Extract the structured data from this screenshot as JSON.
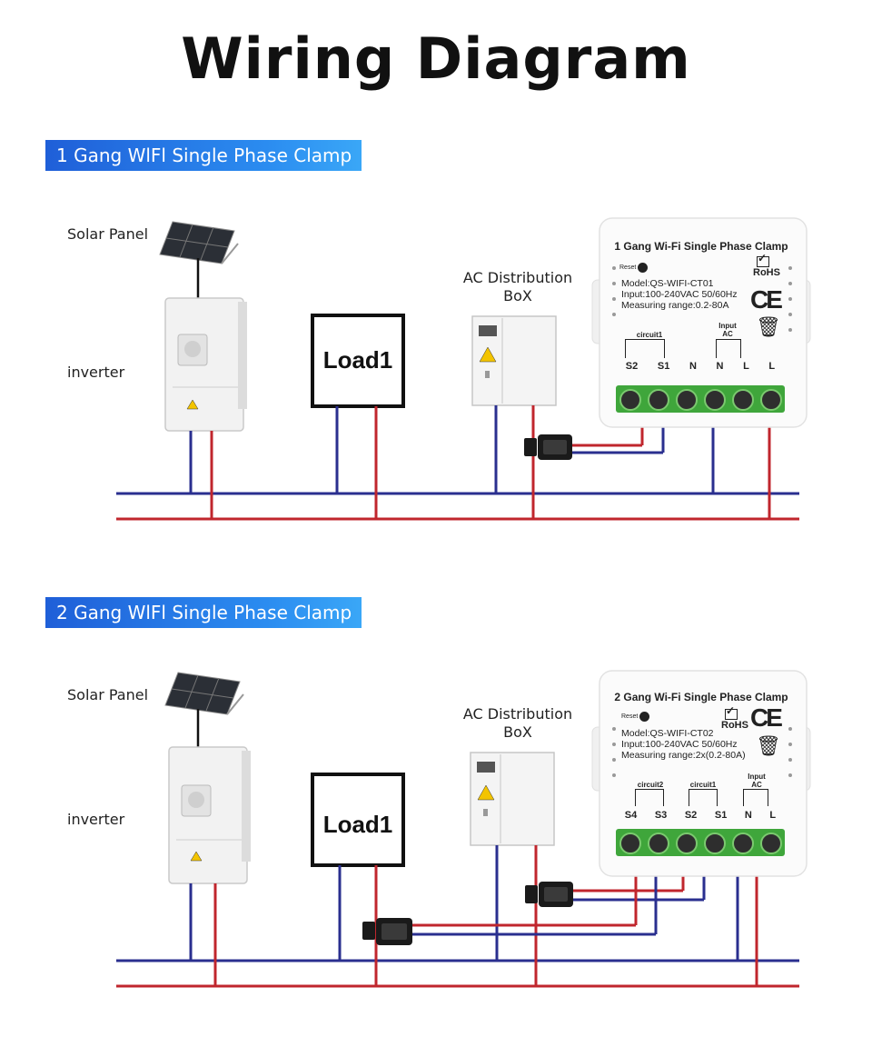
{
  "title": "Wiring Diagram",
  "colors": {
    "live_wire": "#c0262d",
    "neutral_wire": "#2a2f8f",
    "terminal_block": "#3fa63b",
    "badge": "#2b7fe8"
  },
  "sections": [
    {
      "badge": "1 Gang WlFl Single Phase Clamp",
      "solar_label": "Solar Panel",
      "inverter_label": "inverter",
      "load_label": "Load1",
      "distribution_label_1": "AC Distribution",
      "distribution_label_2": "BoX",
      "device": {
        "title": "1 Gang Wi-Fi Single Phase Clamp",
        "reset": "Reset",
        "rohs": "RoHS",
        "ce": "CE",
        "model": "Model:QS-WIFI-CT01",
        "input": "Input:100-240VAC 50/60Hz",
        "range": "Measuring range:0.2-80A",
        "group1": "circuit1",
        "group2": "Input\nAC",
        "terminals": [
          "S2",
          "S1",
          "N",
          "N",
          "L",
          "L"
        ]
      }
    },
    {
      "badge": "2 Gang WlFl Single Phase Clamp",
      "solar_label": "Solar Panel",
      "inverter_label": "inverter",
      "load_label": "Load1",
      "distribution_label_1": "AC Distribution",
      "distribution_label_2": "BoX",
      "device": {
        "title": "2 Gang Wi-Fi Single Phase Clamp",
        "reset": "Reset",
        "rohs": "RoHS",
        "ce": "CE",
        "model": "Model:QS-WIFI-CT02",
        "input": "Input:100-240VAC 50/60Hz",
        "range": "Measuring range:2x(0.2-80A)",
        "group1": "circuit2",
        "group2": "circuit1",
        "group3": "Input\nAC",
        "terminals": [
          "S4",
          "S3",
          "S2",
          "S1",
          "N",
          "L"
        ]
      }
    }
  ]
}
